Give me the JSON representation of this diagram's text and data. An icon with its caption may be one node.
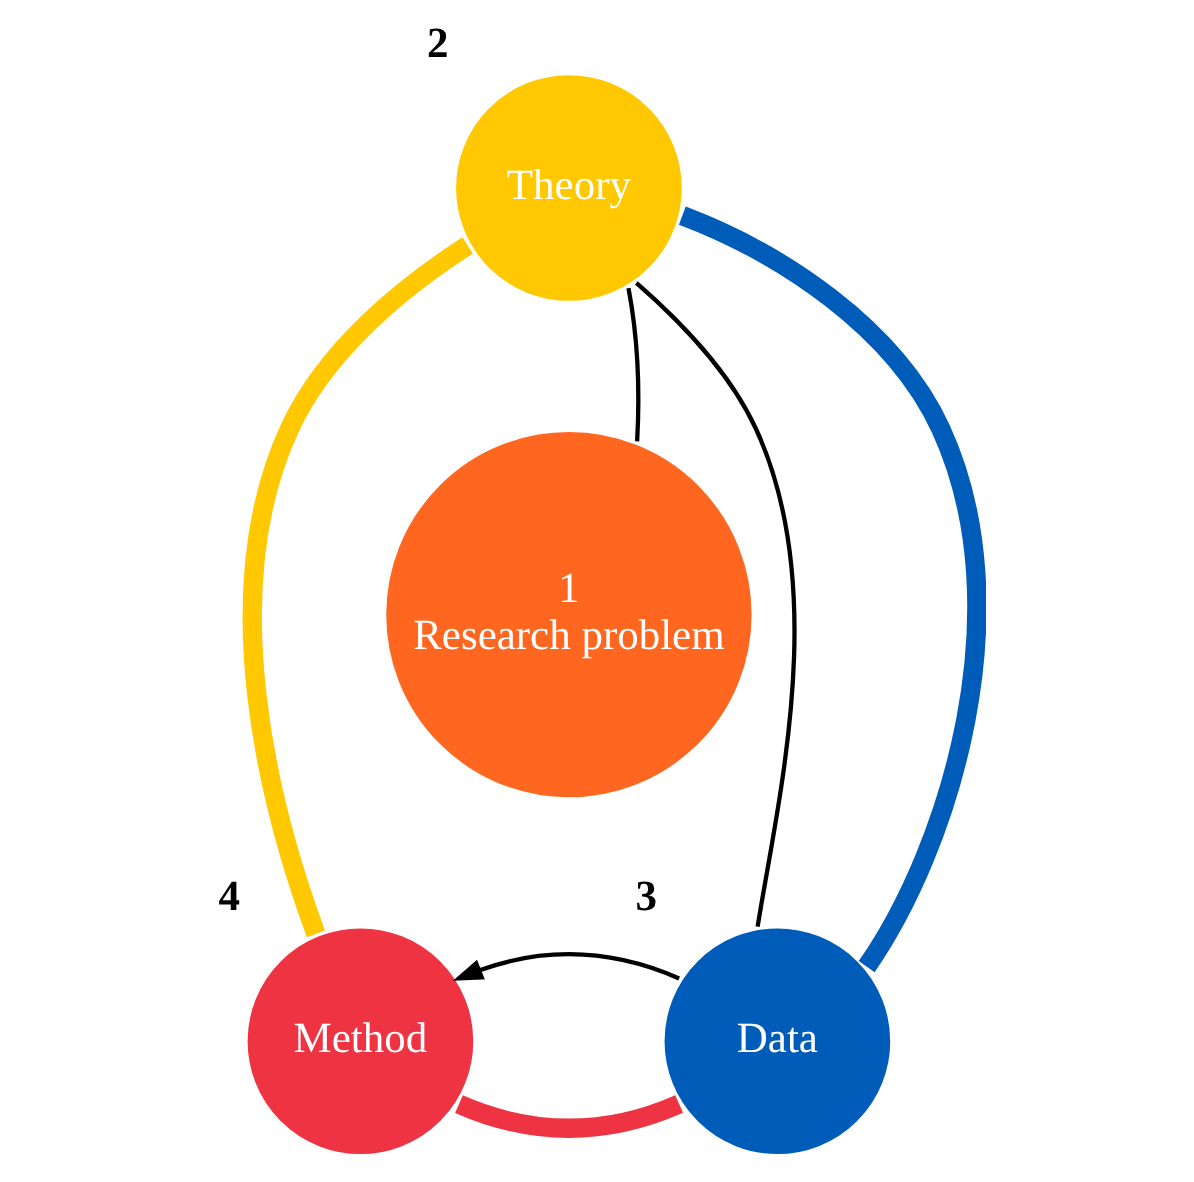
{
  "diagram": {
    "nodes": [
      {
        "text": [
          "Theory"
        ],
        "beside": [
          "2"
        ]
      },
      {
        "text": [
          "1",
          "Research problem"
        ]
      },
      {
        "text": [
          "Data"
        ],
        "beside": [
          "3"
        ]
      },
      {
        "text": [
          "Method"
        ],
        "beside": [
          "4"
        ]
      }
    ],
    "edges": [
      {
        "from": 2,
        "to": 0,
        "arrow": "none",
        "style": "thick",
        "color": "#005cb9"
      },
      {
        "from": 0,
        "to": 3,
        "arrow": "none",
        "style": "thick",
        "color": "#ffc800"
      },
      {
        "from": 3,
        "to": 2,
        "arrow": "none",
        "style": "thick",
        "color": "#ee3342"
      },
      {
        "from": 1,
        "to": 0,
        "arrow": "none",
        "color": "#000000"
      },
      {
        "from": 0,
        "to": 2,
        "arrow": "none",
        "color": "#000000"
      },
      {
        "from": 2,
        "to": 3,
        "arrow": "to",
        "color": "#000000"
      }
    ]
  }
}
